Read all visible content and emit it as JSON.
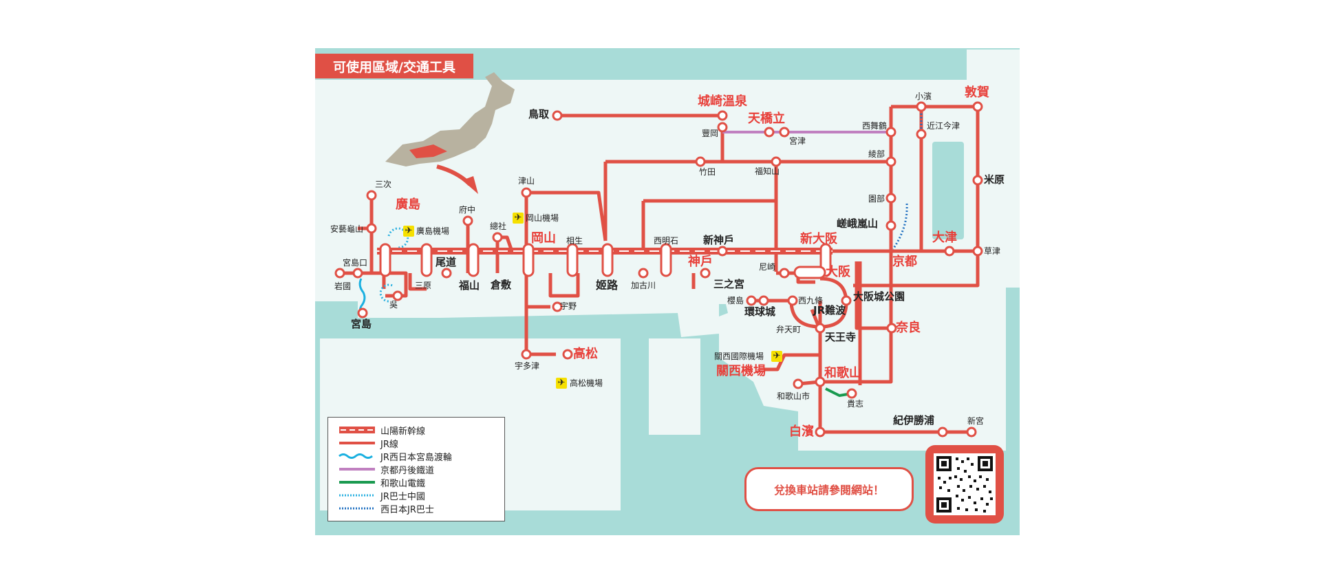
{
  "map_title": "可使用區域/交通工具",
  "stations_red": {
    "hiroshima": "廣島",
    "okayama": "岡山",
    "himeji": "姬路",
    "kobe": "神戶",
    "shin_osaka": "新大阪",
    "osaka": "大阪",
    "kyoto": "京都",
    "otsu": "大津",
    "tsuruga": "敦賀",
    "kinosaki": "城崎溫泉",
    "amanohashidate": "天橋立",
    "nara": "奈良",
    "wakayama": "和歌山",
    "kansai_airport": "關西機場",
    "shirahama": "白濱",
    "takamatsu": "高松"
  },
  "stations_major": {
    "miyajima": "宮島",
    "onomichi": "尾道",
    "fukuyama": "福山",
    "kurashiki": "倉敷",
    "shin_kobe": "新神戶",
    "sannomiya": "三之宮",
    "tottori": "鳥取",
    "universal": "環球城",
    "jr_namba": "JR難波",
    "tennoji": "天王寺",
    "osakajo": "大阪城公園",
    "saga_arashiyama": "嵯峨嵐山",
    "maibara": "米原",
    "kii_katsuura": "紀伊勝浦"
  },
  "stations_minor": {
    "miyoshi": "三次",
    "aki_kameyama": "安藝龜山",
    "miyajimaguchi": "宮島口",
    "iwakuni": "岩國",
    "kure": "吳",
    "mihara": "三原",
    "fuchu": "府中",
    "soja": "總社",
    "tsuyama": "津山",
    "aioi": "相生",
    "uno": "宇野",
    "uwazu": "宇多津",
    "nishi_akashi": "西明石",
    "kakogawa": "加古川",
    "amagasaki": "尼崎",
    "nishikujo": "西九條",
    "sakurajima": "櫻島",
    "bentencho": "弁天町",
    "toyooka": "豐岡",
    "takeda": "竹田",
    "fukuchiyama": "福知山",
    "miyazu": "宮津",
    "nishi_maizuru": "西舞鶴",
    "ayabe": "綾部",
    "sonobe": "園部",
    "obama": "小濱",
    "omi_imazu": "近江今津",
    "kusatsu": "草津",
    "wakayamashi": "和歌山市",
    "kishi": "貴志",
    "shingu": "新宮"
  },
  "airports": {
    "hiroshima": "廣島機場",
    "okayama": "岡山機場",
    "takamatsu": "高松機場",
    "kansai": "關西國際機場"
  },
  "legend": [
    {
      "label": "山陽新幹線",
      "type": "shinkansen",
      "color": "#e05045"
    },
    {
      "label": "JR線",
      "type": "jr",
      "color": "#e05045"
    },
    {
      "label": "JR西日本宮島渡輪",
      "type": "ferry",
      "color": "#1ab0e0"
    },
    {
      "label": "京都丹後鐵道",
      "type": "tango",
      "color": "#c080c0"
    },
    {
      "label": "和歌山電鐵",
      "type": "wakayama",
      "color": "#1a9a50"
    },
    {
      "label": "JR巴士中國",
      "type": "bus_chugoku",
      "color": "#2ab0e0"
    },
    {
      "label": "西日本JR巴士",
      "type": "bus_west",
      "color": "#2070c0"
    }
  ],
  "callout_text": "兌換車站請參閱網站！",
  "colors": {
    "rail": "#e05045",
    "station_red": "#e8403a",
    "sea": "#a8dcd8",
    "land": "#eef7f6"
  }
}
